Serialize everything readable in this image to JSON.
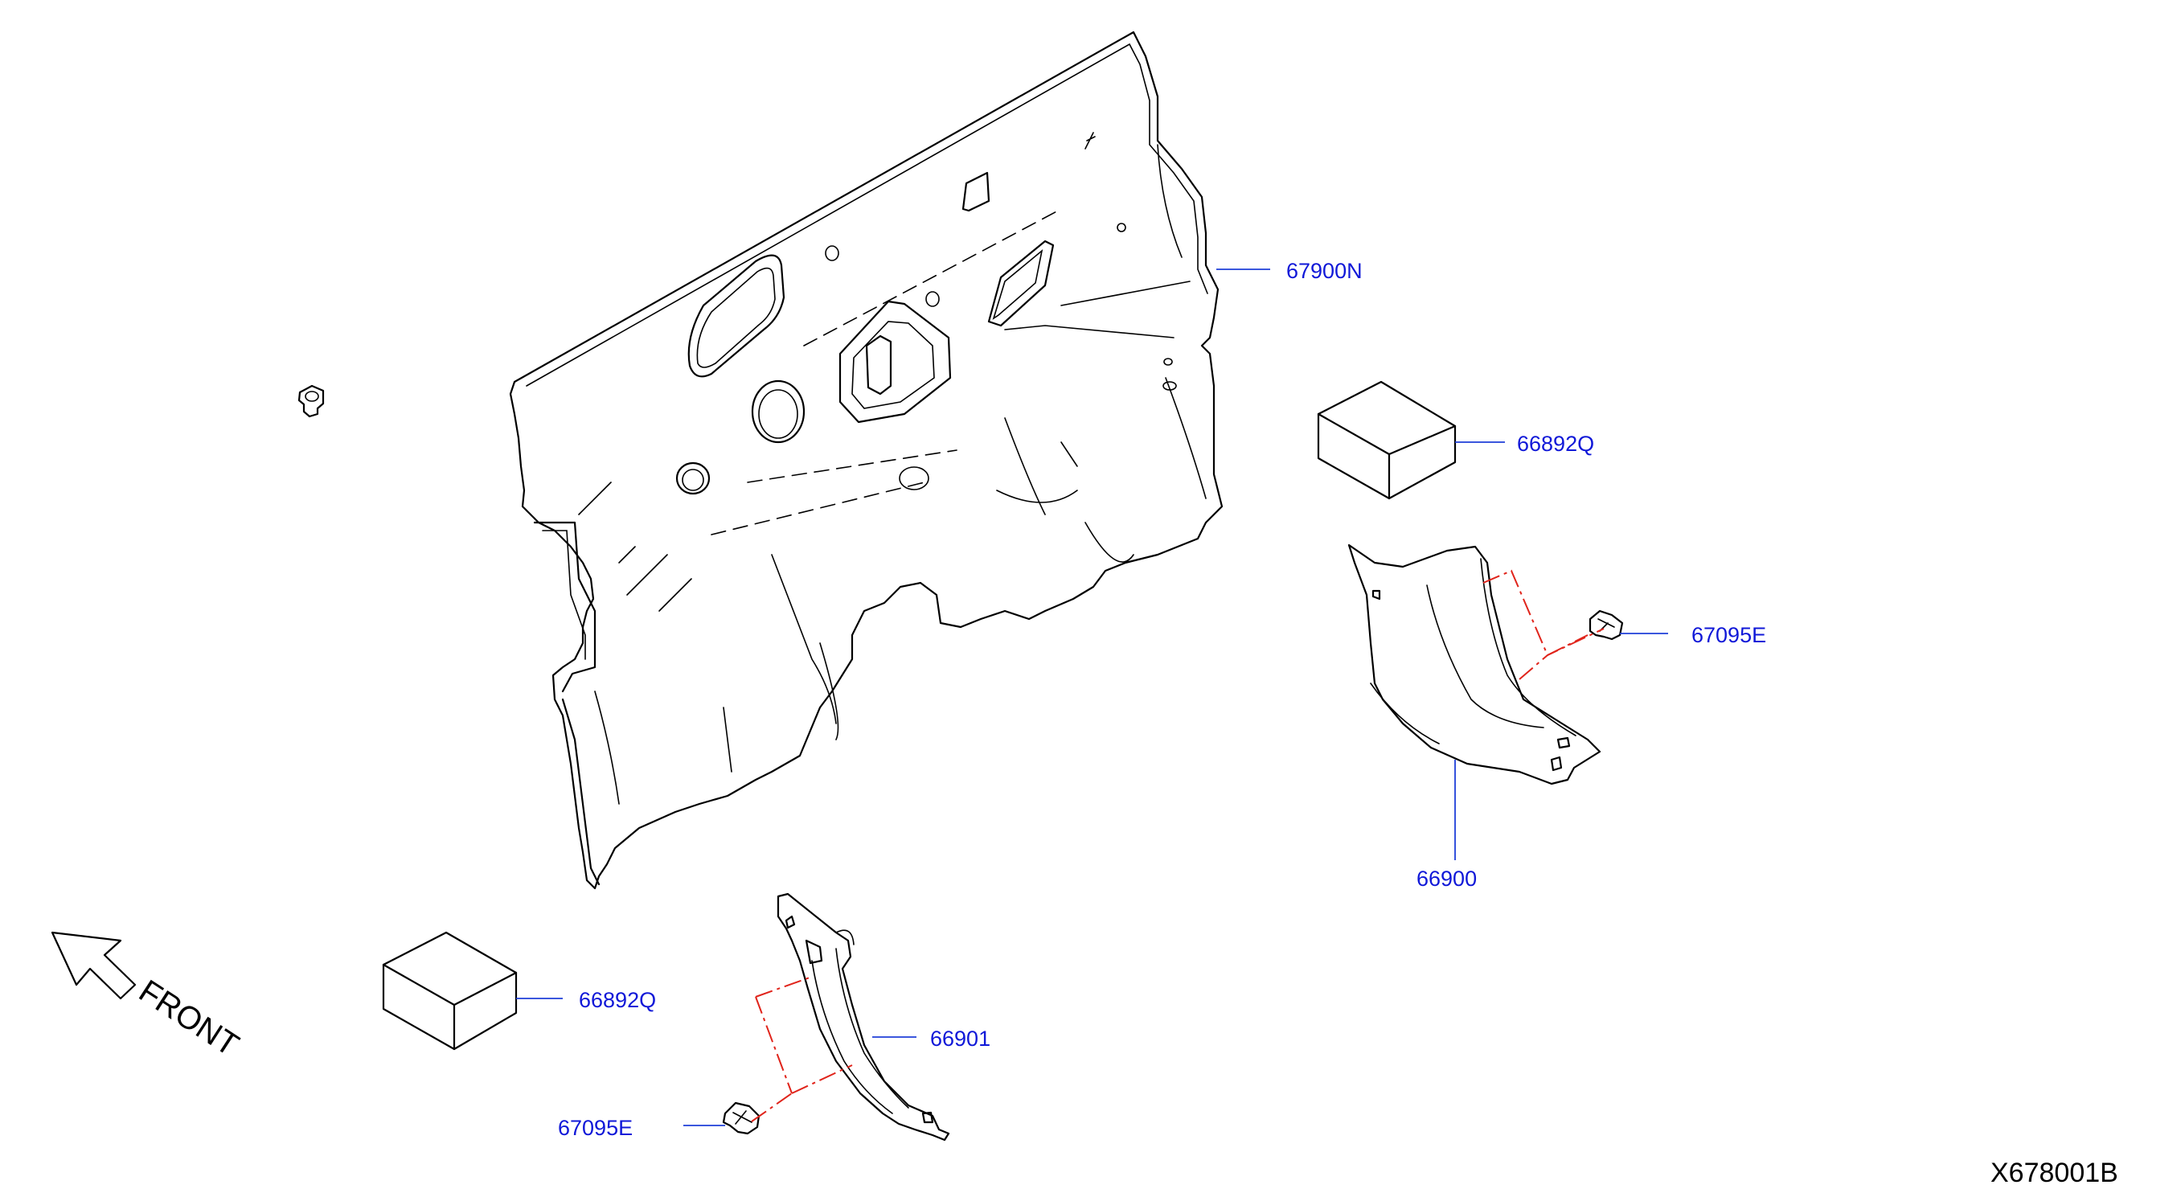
{
  "diagram": {
    "callouts": {
      "dash_insulator": "67900N",
      "pad_upper": "66892Q",
      "clip_upper": "67095E",
      "kicking_plate_rh": "66900",
      "pad_lower": "66892Q",
      "kicking_plate_lh": "66901",
      "clip_lower": "67095E"
    },
    "direction_label": "FRONT",
    "reference_code": "X678001B",
    "colors": {
      "callout_text": "#1018d8",
      "leader_line": "#1f3fd8",
      "phantom_line": "#e0241b",
      "part_line": "#000000"
    }
  }
}
